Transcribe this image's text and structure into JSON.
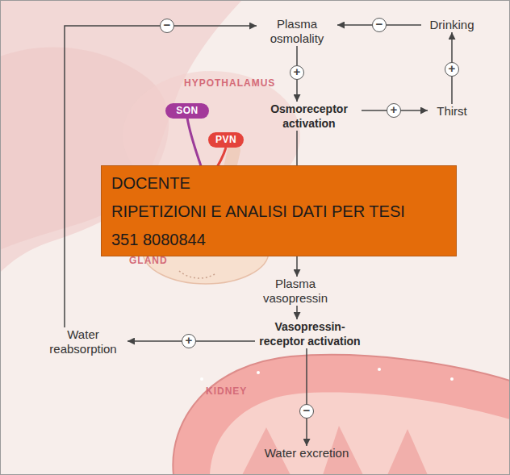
{
  "diagram": {
    "nodes": [
      {
        "text": [
          "Plasma osmolality"
        ]
      },
      {
        "text": [
          "Drinking"
        ]
      },
      {
        "text": [
          "SON"
        ]
      },
      {
        "text": [
          "PVN"
        ]
      },
      {
        "text": [
          "Osmoreceptor activation"
        ]
      },
      {
        "text": [
          "Thirst"
        ]
      },
      {
        "text": [
          "DOCENTE",
          "RIPETIZIONI E ANALISI DATI PER TESI",
          "351 8080844"
        ]
      },
      {
        "text": [
          "Plasma vasopressin"
        ]
      },
      {
        "text": [
          "Water reabsorption"
        ]
      },
      {
        "text": [
          "Vasopressin-receptor activation"
        ]
      },
      {
        "text": [
          "Water excretion"
        ]
      }
    ],
    "edges": [
      {
        "from": 1,
        "to": 0,
        "label": "−",
        "arrow": "to"
      },
      {
        "from": 0,
        "to": 4,
        "label": "+",
        "arrow": "to"
      },
      {
        "from": 4,
        "to": 5,
        "label": "+",
        "arrow": "to"
      },
      {
        "from": 5,
        "to": 1,
        "label": "+",
        "arrow": "to"
      },
      {
        "from": 4,
        "to": 7,
        "arrow": "to"
      },
      {
        "from": 7,
        "to": 9,
        "arrow": "to"
      },
      {
        "from": 9,
        "to": 8,
        "label": "+",
        "arrow": "to"
      },
      {
        "from": 9,
        "to": 10,
        "label": "−",
        "arrow": "to"
      },
      {
        "from": 8,
        "to": 0,
        "label": "−",
        "arrow": "to"
      }
    ],
    "labels": [
      "HYPOTHALAMUS",
      "GLAND",
      "KIDNEY"
    ]
  }
}
